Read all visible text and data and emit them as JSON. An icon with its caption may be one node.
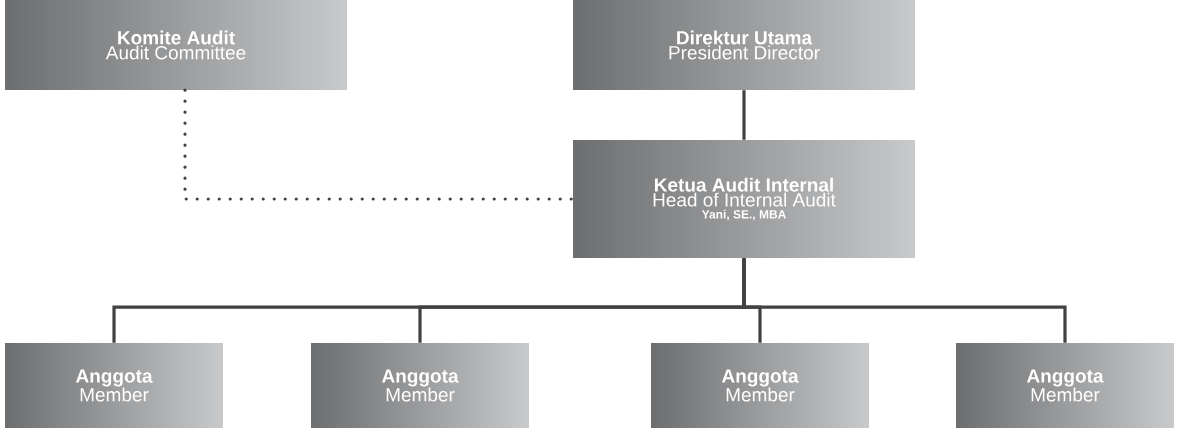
{
  "diagram": {
    "nodes": [
      {
        "text": [
          "Komite Audit",
          "Audit Committee"
        ]
      },
      {
        "text": [
          "Direktur Utama",
          "President Director"
        ]
      },
      {
        "text": [
          "Ketua Audit Internal",
          "Head of Internal Audit",
          "Yani, SE., MBA"
        ]
      },
      {
        "text": [
          "Anggota",
          "Member"
        ]
      },
      {
        "text": [
          "Anggota",
          "Member"
        ]
      },
      {
        "text": [
          "Anggota",
          "Member"
        ]
      },
      {
        "text": [
          "Anggota",
          "Member"
        ]
      }
    ],
    "edges": [
      {
        "from": 0,
        "to": 2,
        "arrow": "none",
        "style": "dashed"
      },
      {
        "from": 1,
        "to": 2,
        "arrow": "none"
      },
      {
        "from": 2,
        "to": 3,
        "arrow": "none"
      },
      {
        "from": 2,
        "to": 4,
        "arrow": "none"
      },
      {
        "from": 2,
        "to": 5,
        "arrow": "none"
      },
      {
        "from": 2,
        "to": 6,
        "arrow": "none"
      }
    ]
  }
}
